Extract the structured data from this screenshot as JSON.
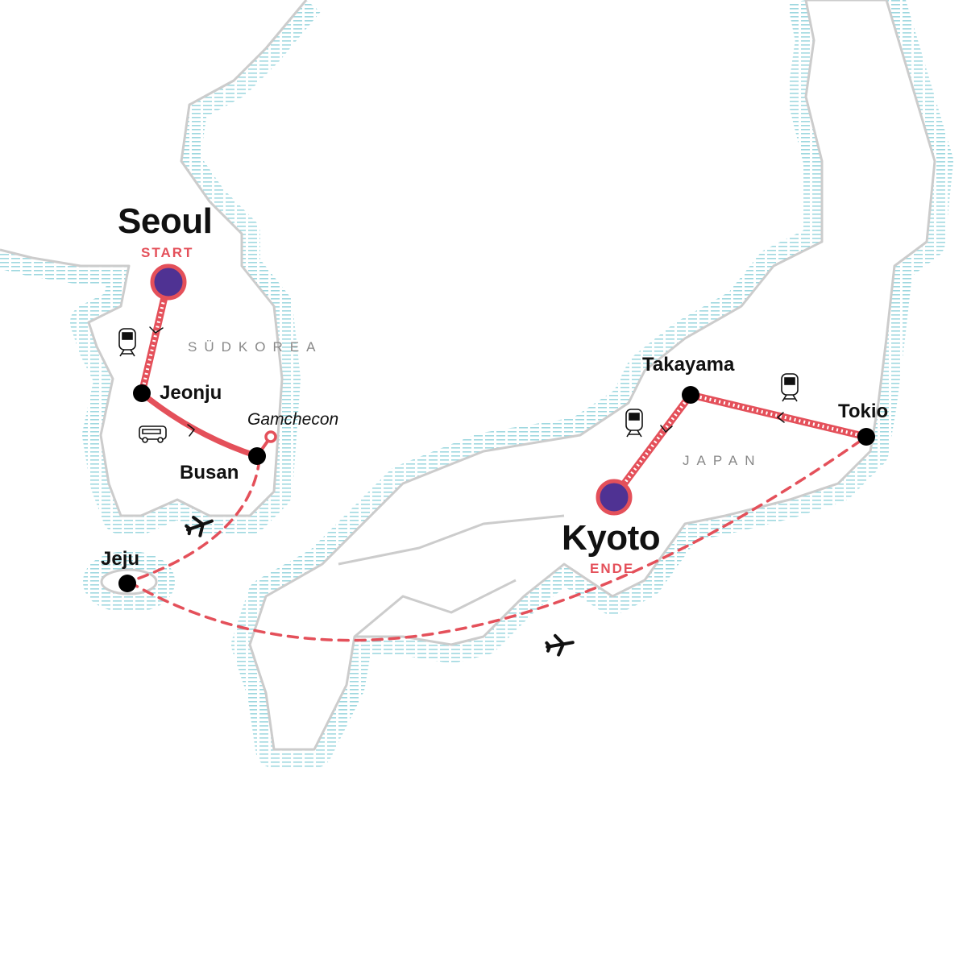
{
  "colors": {
    "route": "#e4505a",
    "endpoint": "#4f3293",
    "coast": "#cccccc",
    "sea_hatch": "#9fd8e0"
  },
  "countries": {
    "korea": "SÜDKOREA",
    "japan": "JAPAN"
  },
  "stops": {
    "seoul": {
      "name": "Seoul",
      "tag": "START"
    },
    "jeonju": {
      "name": "Jeonju"
    },
    "gamchecon": {
      "name": "Gamchecon"
    },
    "busan": {
      "name": "Busan"
    },
    "jeju": {
      "name": "Jeju"
    },
    "tokio": {
      "name": "Tokio"
    },
    "takayama": {
      "name": "Takayama"
    },
    "kyoto": {
      "name": "Kyoto",
      "tag": "ENDE"
    }
  },
  "legs": [
    {
      "from": "Seoul",
      "to": "Jeonju",
      "mode": "train-icon"
    },
    {
      "from": "Jeonju",
      "to": "Busan",
      "mode": "bus-icon"
    },
    {
      "from": "Busan",
      "to": "Gamchecon",
      "mode": "road"
    },
    {
      "from": "Busan",
      "to": "Jeju",
      "mode": "plane-icon"
    },
    {
      "from": "Jeju",
      "to": "Tokio",
      "mode": "plane-icon"
    },
    {
      "from": "Tokio",
      "to": "Takayama",
      "mode": "train-icon"
    },
    {
      "from": "Takayama",
      "to": "Kyoto",
      "mode": "train-icon"
    }
  ]
}
